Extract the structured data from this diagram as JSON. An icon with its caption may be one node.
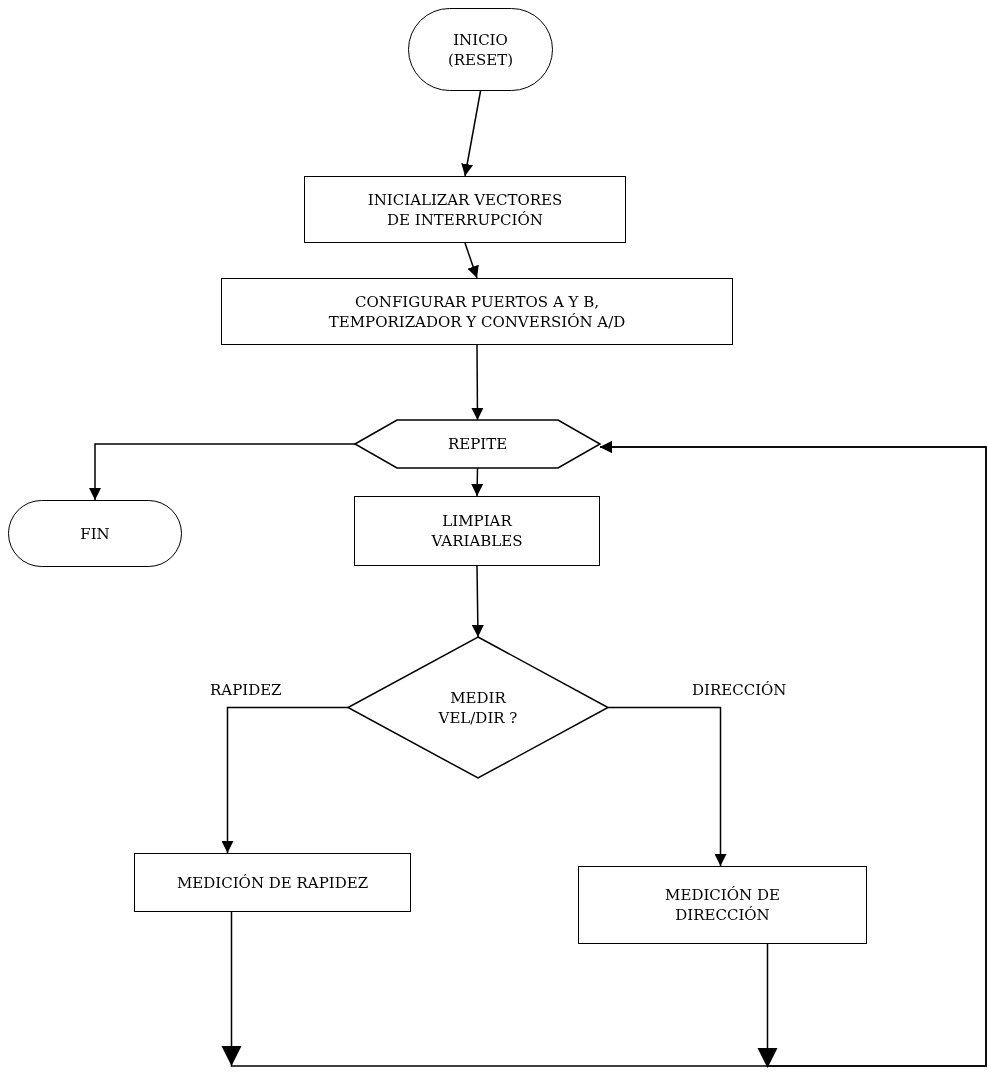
{
  "diagram": {
    "nodes": [
      {
        "text": [
          "INICIO (RESET)"
        ]
      },
      {
        "text": [
          "INICIALIZAR VECTORES DE INTERRUPCIÓN"
        ]
      },
      {
        "text": [
          "CONFIGURAR PUERTOS A Y B, TEMPORIZADOR Y CONVERSIÓN A/D"
        ]
      },
      {
        "text": [
          "REPITE"
        ]
      },
      {
        "text": [
          "FIN"
        ]
      },
      {
        "text": [
          "LIMPIAR VARIABLES"
        ]
      },
      {
        "text": [
          "MEDIR VEL/DIR ?"
        ]
      },
      {
        "text": [
          "MEDICIÓN DE RAPIDEZ"
        ]
      },
      {
        "text": [
          "MEDICIÓN DE DIRECCIÓN"
        ]
      }
    ],
    "edges": [
      {
        "from": 0,
        "to": 1,
        "arrow": "to"
      },
      {
        "from": 1,
        "to": 2,
        "arrow": "to"
      },
      {
        "from": 2,
        "to": 3,
        "arrow": "to"
      },
      {
        "from": 3,
        "to": 4,
        "arrow": "to"
      },
      {
        "from": 3,
        "to": 5,
        "arrow": "to"
      },
      {
        "from": 5,
        "to": 6,
        "arrow": "to"
      },
      {
        "from": 6,
        "to": 7,
        "arrow": "to",
        "label": "RAPIDEZ"
      },
      {
        "from": 6,
        "to": 8,
        "arrow": "to",
        "label": "DIRECCIÓN"
      },
      {
        "from": 7,
        "to": 3,
        "arrow": "to"
      },
      {
        "from": 8,
        "to": 3,
        "arrow": "to"
      }
    ]
  }
}
